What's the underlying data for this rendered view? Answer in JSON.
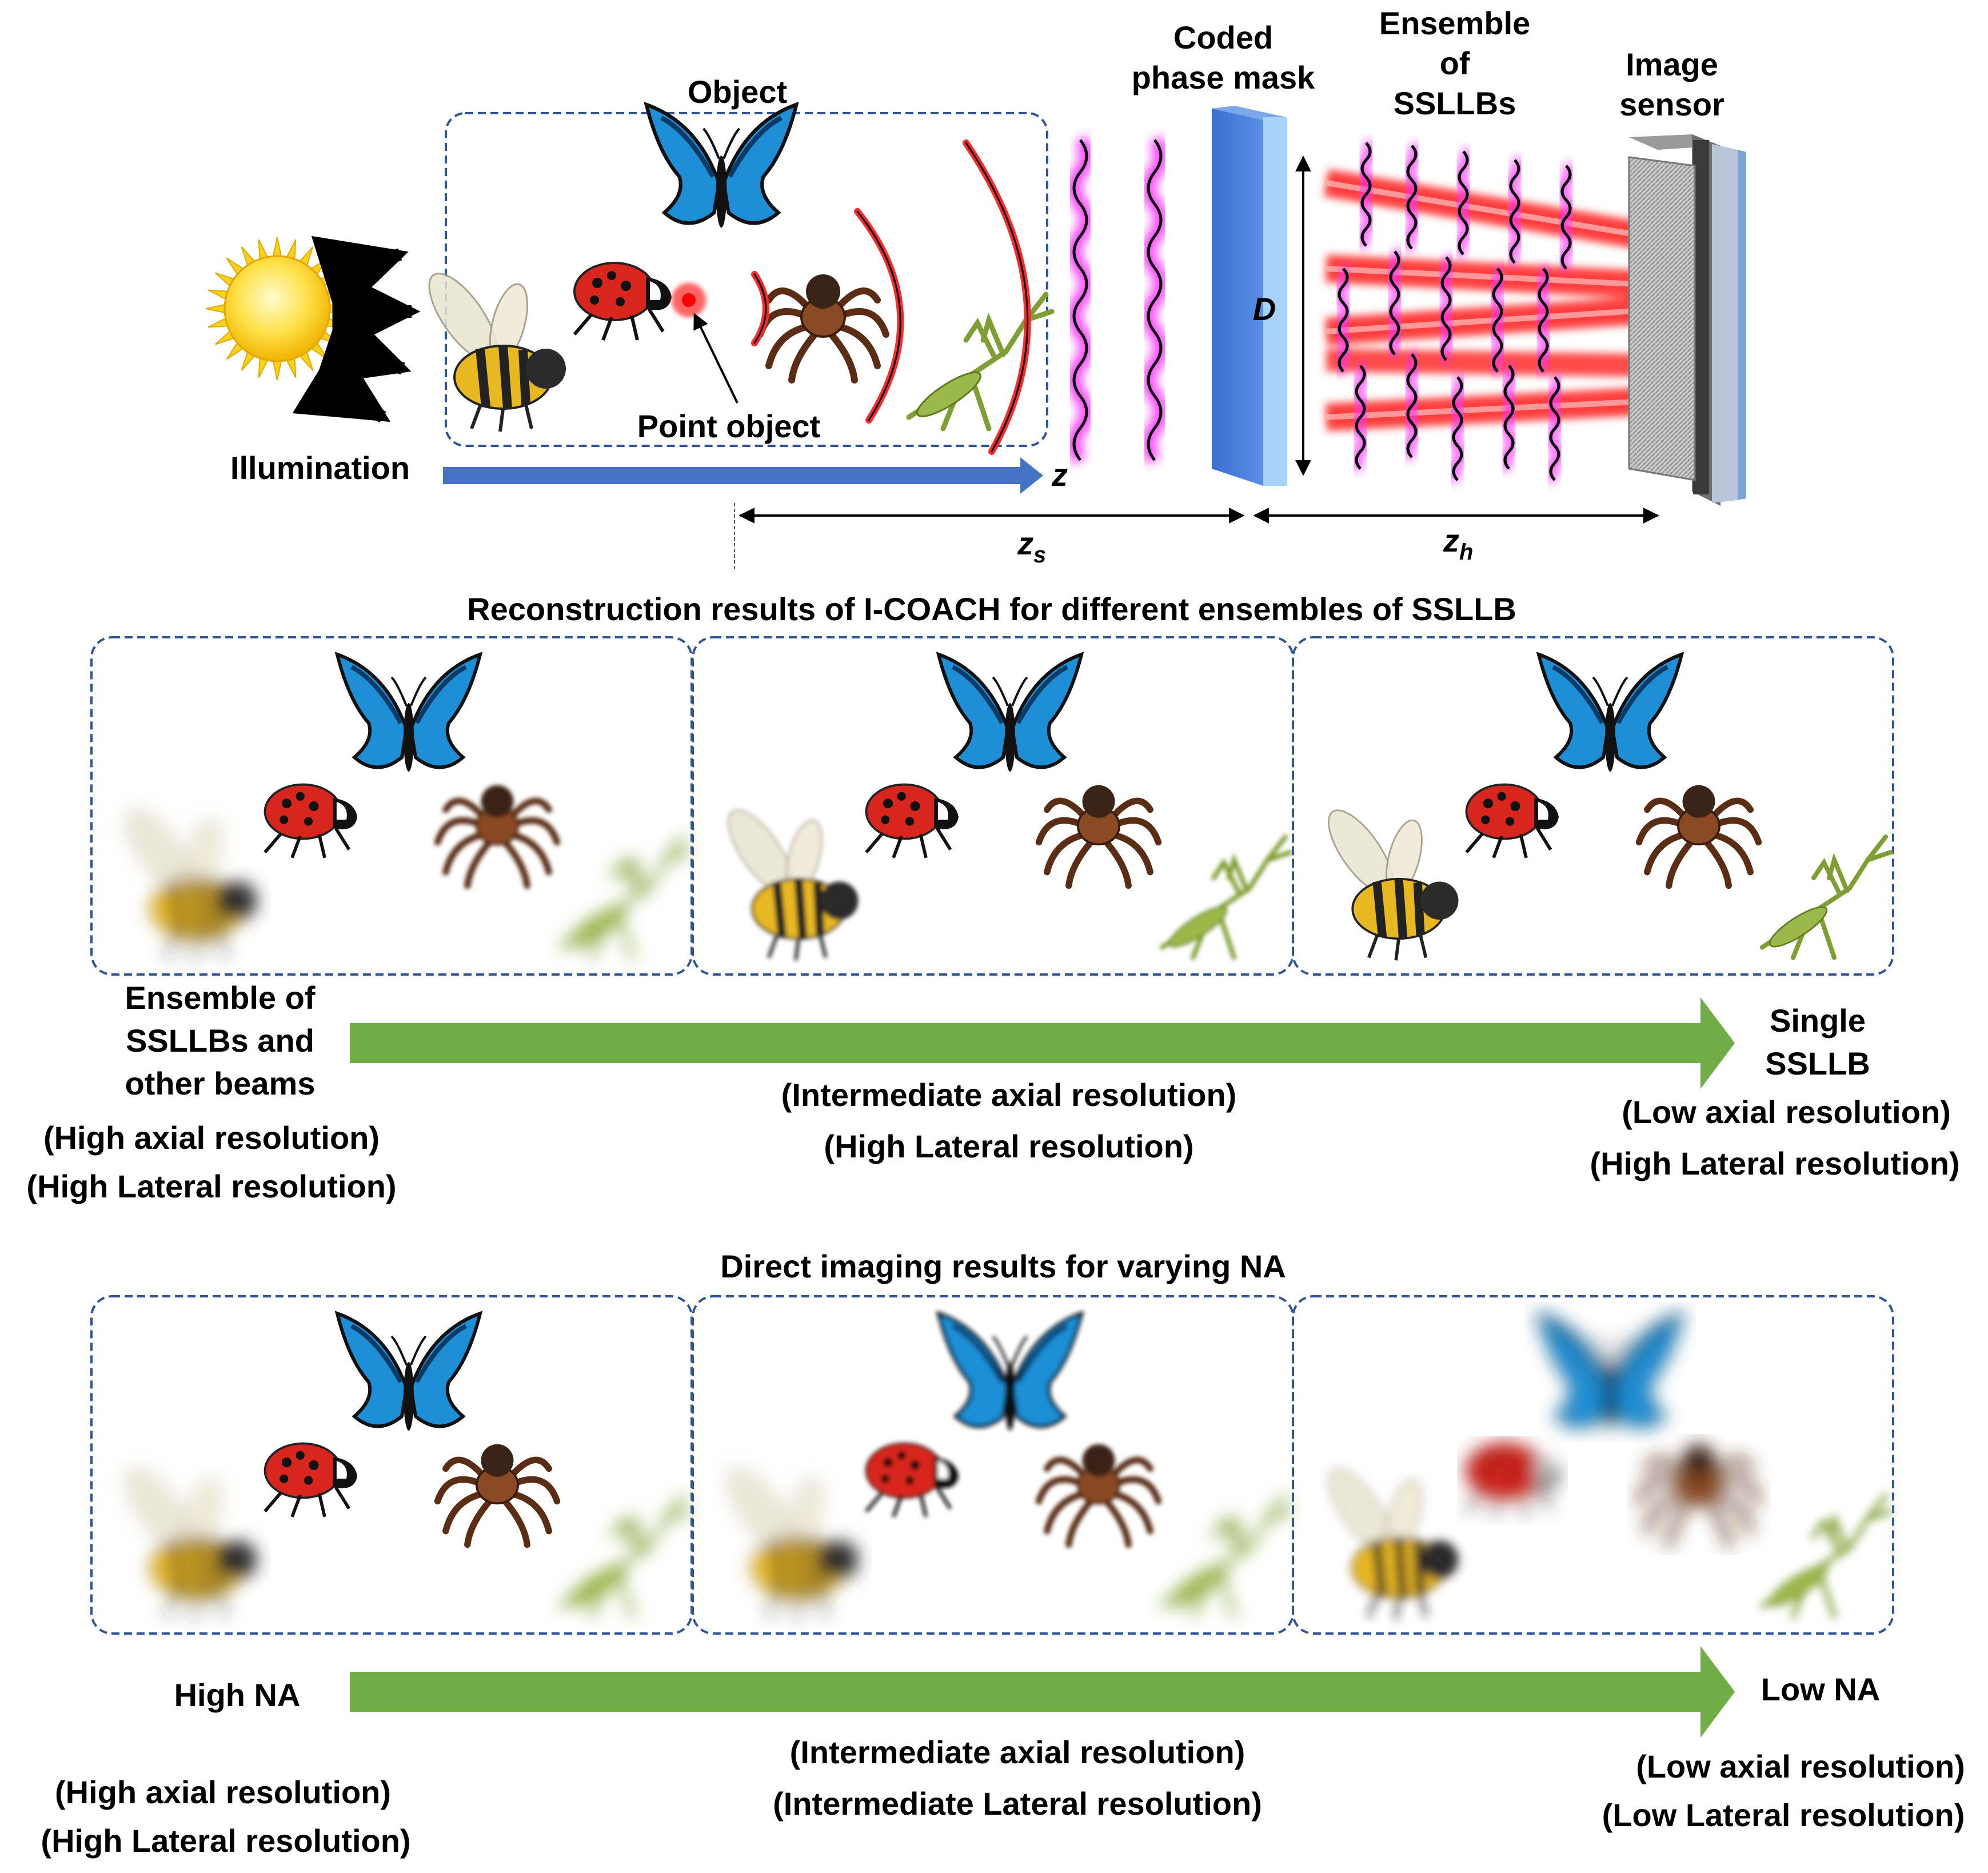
{
  "setup": {
    "object_label": "Object",
    "illumination_label": "Illumination",
    "point_object_label": "Point object",
    "mask_label_line1": "Coded",
    "mask_label_line2": "phase mask",
    "ensemble_label_line1": "Ensemble",
    "ensemble_label_line2": "of",
    "ensemble_label_line3": "SSLLBs",
    "sensor_label_line1": "Image",
    "sensor_label_line2": "sensor",
    "axis_z": "z",
    "dim_zs": "z",
    "dim_zs_sub": "s",
    "dim_zh": "z",
    "dim_zh_sub": "h",
    "mask_diameter": "D"
  },
  "reconstruction": {
    "title": "Reconstruction results of I-COACH for different ensembles of SSLLB",
    "left_line1": "Ensemble of",
    "left_line2": "SSLLBs and",
    "left_line3": "other beams",
    "left_res1": "(High axial resolution)",
    "left_res2": "(High Lateral resolution)",
    "mid_res1": "(Intermediate axial resolution)",
    "mid_res2": "(High Lateral resolution)",
    "right_line1": "Single",
    "right_line2": "SSLLB",
    "right_res1": "(Low axial resolution)",
    "right_res2": "(High Lateral resolution)"
  },
  "direct": {
    "title": "Direct imaging results for varying NA",
    "left_label": "High NA",
    "left_res1": "(High axial resolution)",
    "left_res2": "(High Lateral resolution)",
    "mid_res1": "(Intermediate axial resolution)",
    "mid_res2": "(Intermediate Lateral resolution)",
    "right_label": "Low NA",
    "right_res1": "(Low axial resolution)",
    "right_res2": "(Low Lateral resolution)"
  },
  "colors": {
    "axis_blue": "#4472c4",
    "progress_green": "#70ad47",
    "mask_blue": "#4f81d6",
    "beam_red": "#ff2a2a",
    "wave_glow": "#ff33ff",
    "box_border": "#2f5597"
  }
}
